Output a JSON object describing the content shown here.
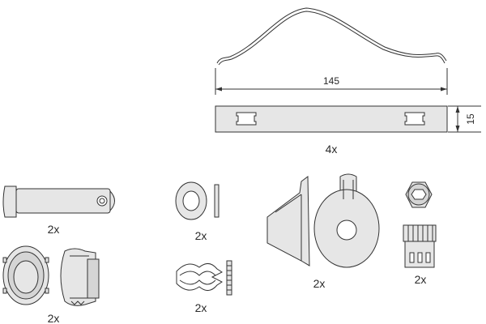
{
  "spring": {
    "length_label": "145",
    "width_label": "15",
    "quantity": "4x"
  },
  "parts": {
    "guide_pin": {
      "quantity": "2x"
    },
    "washer": {
      "quantity": "2x"
    },
    "clip": {
      "quantity": "2x"
    },
    "anti_rattle_plate": {
      "quantity": "2x"
    },
    "bolt_nut": {
      "quantity": "2x"
    },
    "bushing_sleeve": {
      "quantity": "2x"
    }
  },
  "colors": {
    "line": "#333333",
    "fill_light": "#e6e6e6",
    "fill_dark": "#d5d5d5",
    "background": "#ffffff"
  }
}
